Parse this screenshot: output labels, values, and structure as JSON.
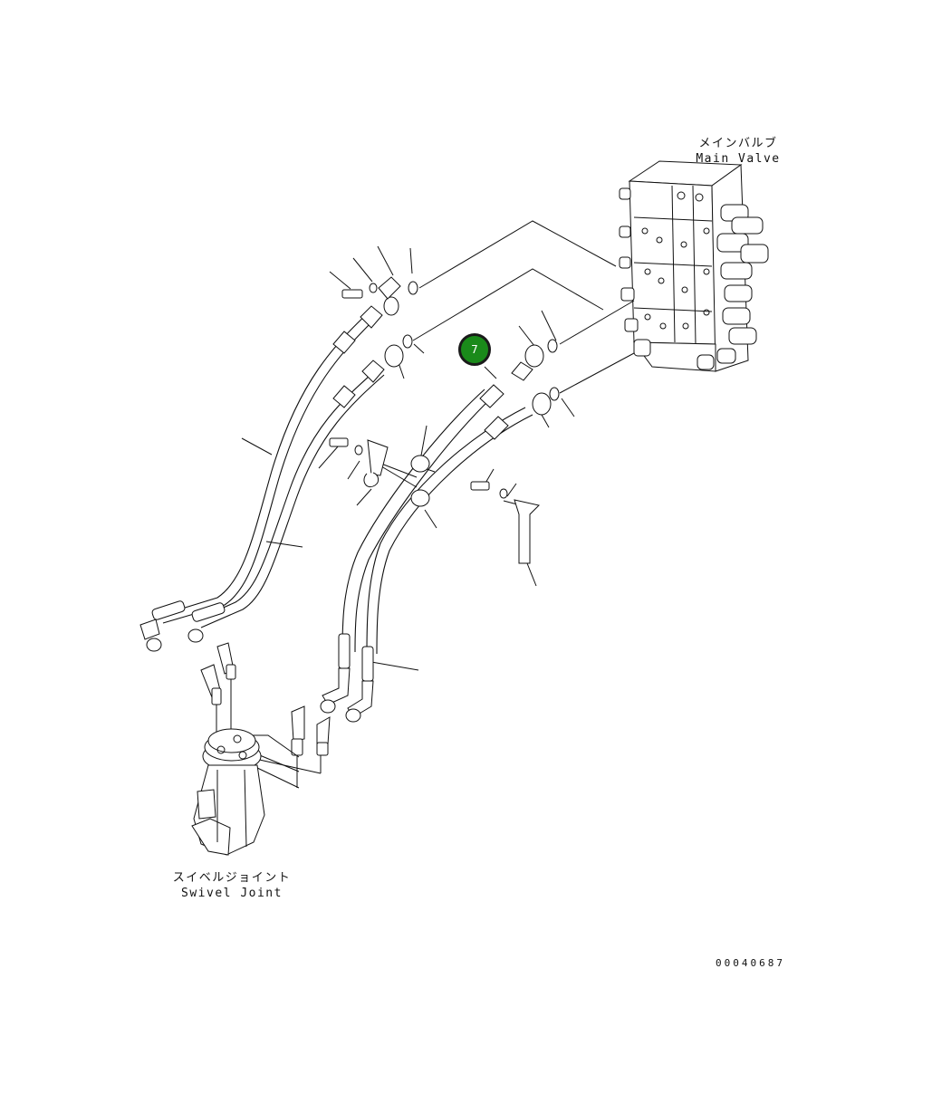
{
  "labels": {
    "main_valve_jp": "メインバルブ",
    "main_valve_en": "Main Valve",
    "swivel_joint_jp": "スイベルジョイント",
    "swivel_joint_en": "Swivel Joint",
    "drawing_number": "00040687"
  },
  "callout": {
    "number": "7",
    "color": "#1a8a1a"
  }
}
